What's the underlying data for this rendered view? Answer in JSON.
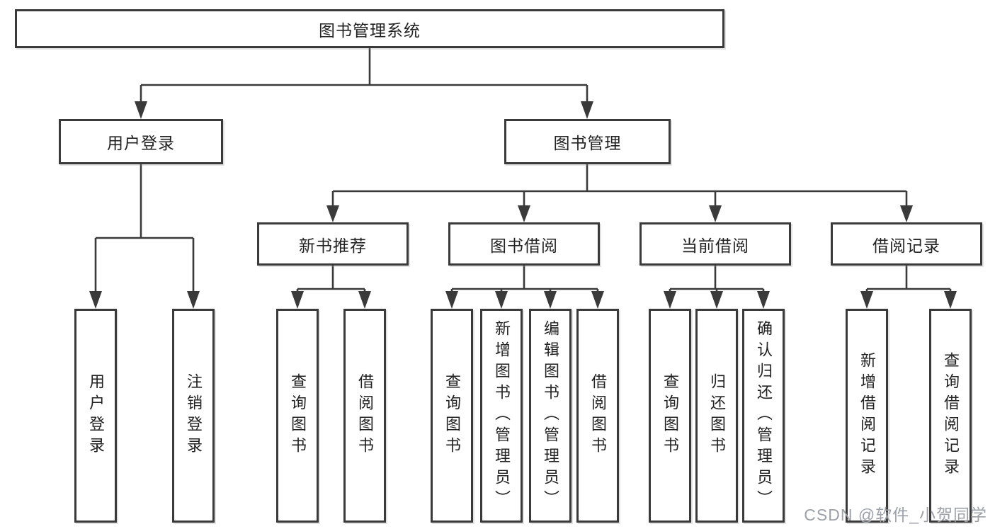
{
  "colors": {
    "line": "#3a3a3a",
    "text": "#222222",
    "watermark": "#9ca1a8"
  },
  "watermark": {
    "text": "CSDN @软件_小贺同学"
  },
  "tree": {
    "root": {
      "label": "图书管理系统",
      "children": [
        {
          "label": "用户登录",
          "children": [
            {
              "label": "用户登录"
            },
            {
              "label": "注销登录"
            }
          ]
        },
        {
          "label": "图书管理",
          "children": [
            {
              "label": "新书推荐",
              "children": [
                {
                  "label": "查询图书"
                },
                {
                  "label": "借阅图书"
                }
              ]
            },
            {
              "label": "图书借阅",
              "children": [
                {
                  "label": "查询图书"
                },
                {
                  "label": "新增图书（管理员）"
                },
                {
                  "label": "编辑图书（管理员）"
                },
                {
                  "label": "借阅图书"
                }
              ]
            },
            {
              "label": "当前借阅",
              "children": [
                {
                  "label": "查询图书"
                },
                {
                  "label": "归还图书"
                },
                {
                  "label": "确认归还（管理员）"
                }
              ]
            },
            {
              "label": "借阅记录",
              "children": [
                {
                  "label": "新增借阅记录"
                },
                {
                  "label": "查询借阅记录"
                }
              ]
            }
          ]
        }
      ]
    }
  }
}
